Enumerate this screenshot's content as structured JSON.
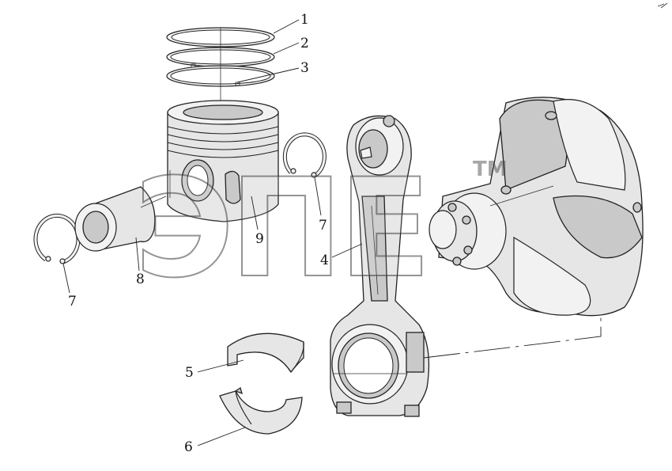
{
  "callouts": [
    {
      "id": "1",
      "text": "1"
    },
    {
      "id": "2",
      "text": "2"
    },
    {
      "id": "3",
      "text": "3"
    },
    {
      "id": "4",
      "text": "4"
    },
    {
      "id": "5",
      "text": "5"
    },
    {
      "id": "6",
      "text": "6"
    },
    {
      "id": "7a",
      "text": "7"
    },
    {
      "id": "7b",
      "text": "7"
    },
    {
      "id": "8",
      "text": "8"
    },
    {
      "id": "9",
      "text": "9"
    }
  ],
  "watermark": {
    "text": "ЭПЕ",
    "mark": "TM"
  },
  "colors": {
    "line": "#222222",
    "fill": "#e6e6e6",
    "shade": "#c9c9c9"
  }
}
